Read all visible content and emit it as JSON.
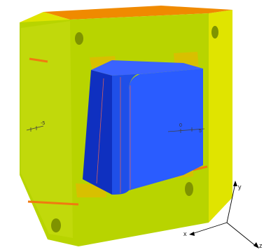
{
  "model": {
    "colors": {
      "plate_front": "#b8d400",
      "plate_front_light": "#c6dc12",
      "plate_side": "#e0e400",
      "plate_top": "#f08a00",
      "plate_edge_mark": "#f07a10",
      "hole": "#7f9300",
      "core_front": "#1f4fe8",
      "core_top": "#3a63ff",
      "core_side": "#0f30c0",
      "core_rim": "#2a5cff",
      "core_line": "#d06060",
      "window_floor": "#d8c000",
      "dim_mark": "#404040",
      "triad_line": "#000000"
    }
  },
  "dimension_labels": {
    "left": "-5",
    "right_a": "0",
    "right_b": "5"
  },
  "triad": {
    "x_label": "x",
    "y_label": "y",
    "z_label": "z"
  }
}
